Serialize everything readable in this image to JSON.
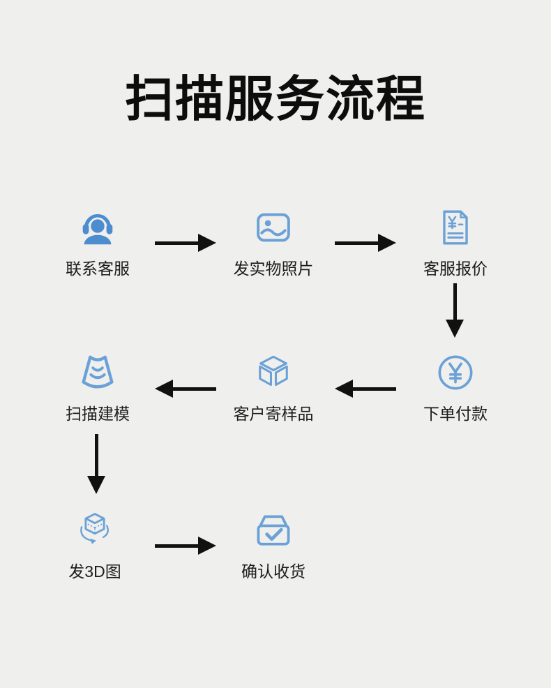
{
  "title": {
    "text": "扫描服务流程"
  },
  "colors": {
    "page_bg": "#efefed",
    "icon_blue": "#6ba1d6",
    "icon_blue_filled": "#4d8dcf",
    "arrow": "#111111",
    "label": "#1c1c1c",
    "title": "#0d0d0d"
  },
  "steps": [
    {
      "order": 1,
      "label": "联系客服",
      "icon": "headset-agent-icon"
    },
    {
      "order": 2,
      "label": "发实物照片",
      "icon": "photo-icon"
    },
    {
      "order": 3,
      "label": "客服报价",
      "icon": "quote-document-icon"
    },
    {
      "order": 4,
      "label": "下单付款",
      "icon": "yen-circle-icon"
    },
    {
      "order": 5,
      "label": "客户寄样品",
      "icon": "sample-cube-icon"
    },
    {
      "order": 6,
      "label": "扫描建模",
      "icon": "scanner-icon"
    },
    {
      "order": 7,
      "label": "发3D图",
      "icon": "cube-3d-rotate-icon"
    },
    {
      "order": 8,
      "label": "确认收货",
      "icon": "receive-check-icon"
    }
  ],
  "flow": {
    "connections": [
      {
        "from": "联系客服",
        "to": "发实物照片",
        "direction": "right"
      },
      {
        "from": "发实物照片",
        "to": "客服报价",
        "direction": "right"
      },
      {
        "from": "客服报价",
        "to": "下单付款",
        "direction": "down"
      },
      {
        "from": "下单付款",
        "to": "客户寄样品",
        "direction": "left"
      },
      {
        "from": "客户寄样品",
        "to": "扫描建模",
        "direction": "left"
      },
      {
        "from": "扫描建模",
        "to": "发3D图",
        "direction": "down"
      },
      {
        "from": "发3D图",
        "to": "确认收货",
        "direction": "right"
      }
    ]
  }
}
